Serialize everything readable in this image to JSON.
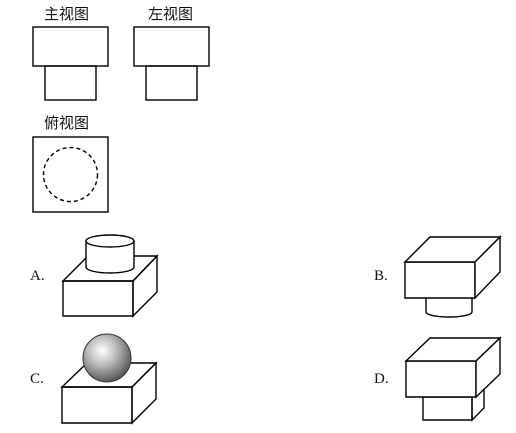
{
  "views": {
    "front_label": "主视图",
    "left_label": "左视图",
    "top_label": "俯视图"
  },
  "options": {
    "a": "A.",
    "b": "B.",
    "c": "C.",
    "d": "D."
  }
}
